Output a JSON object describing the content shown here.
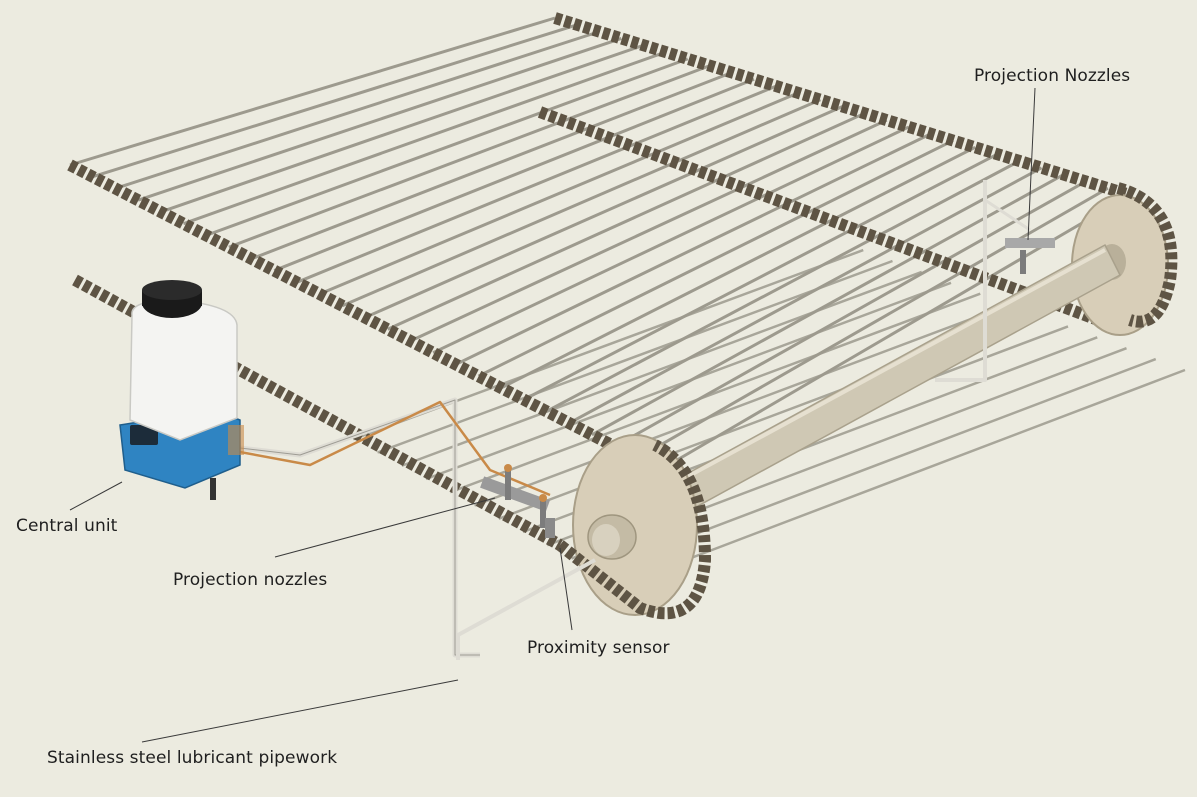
{
  "labels": {
    "projection_nozzles_right": "Projection Nozzles",
    "central_unit": "Central unit",
    "projection_nozzles_left": "Projection nozzles",
    "proximity_sensor": "Proximity sensor",
    "pipework": "Stainless steel lubricant pipework"
  },
  "colors": {
    "background": "#ecebe0",
    "chain": "#5e5444",
    "rod": "#9d9a8e",
    "sprocket": "#d8ceb8",
    "shaft": "#cfc8b4",
    "pipe": "#dedcd4",
    "pipe_copper": "#c98a48",
    "unit_blue": "#2f84c2",
    "reservoir": "#f4f4f2",
    "cap": "#1a1a1a",
    "leader": "#3a3a3a"
  }
}
